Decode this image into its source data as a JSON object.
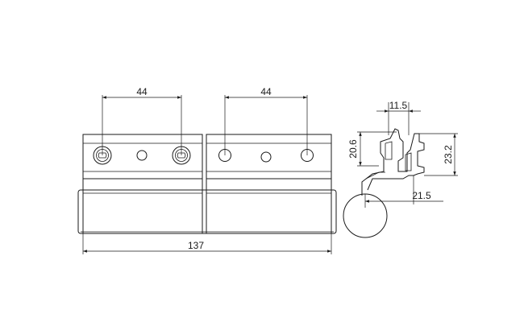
{
  "drawing": {
    "dimensions": {
      "left_hole_spacing": "44",
      "right_hole_spacing": "44",
      "overall_length": "137",
      "profile_width": "11.5",
      "profile_height_left": "20.6",
      "profile_height_right": "23.2",
      "knuckle_offset": "21.5"
    }
  }
}
